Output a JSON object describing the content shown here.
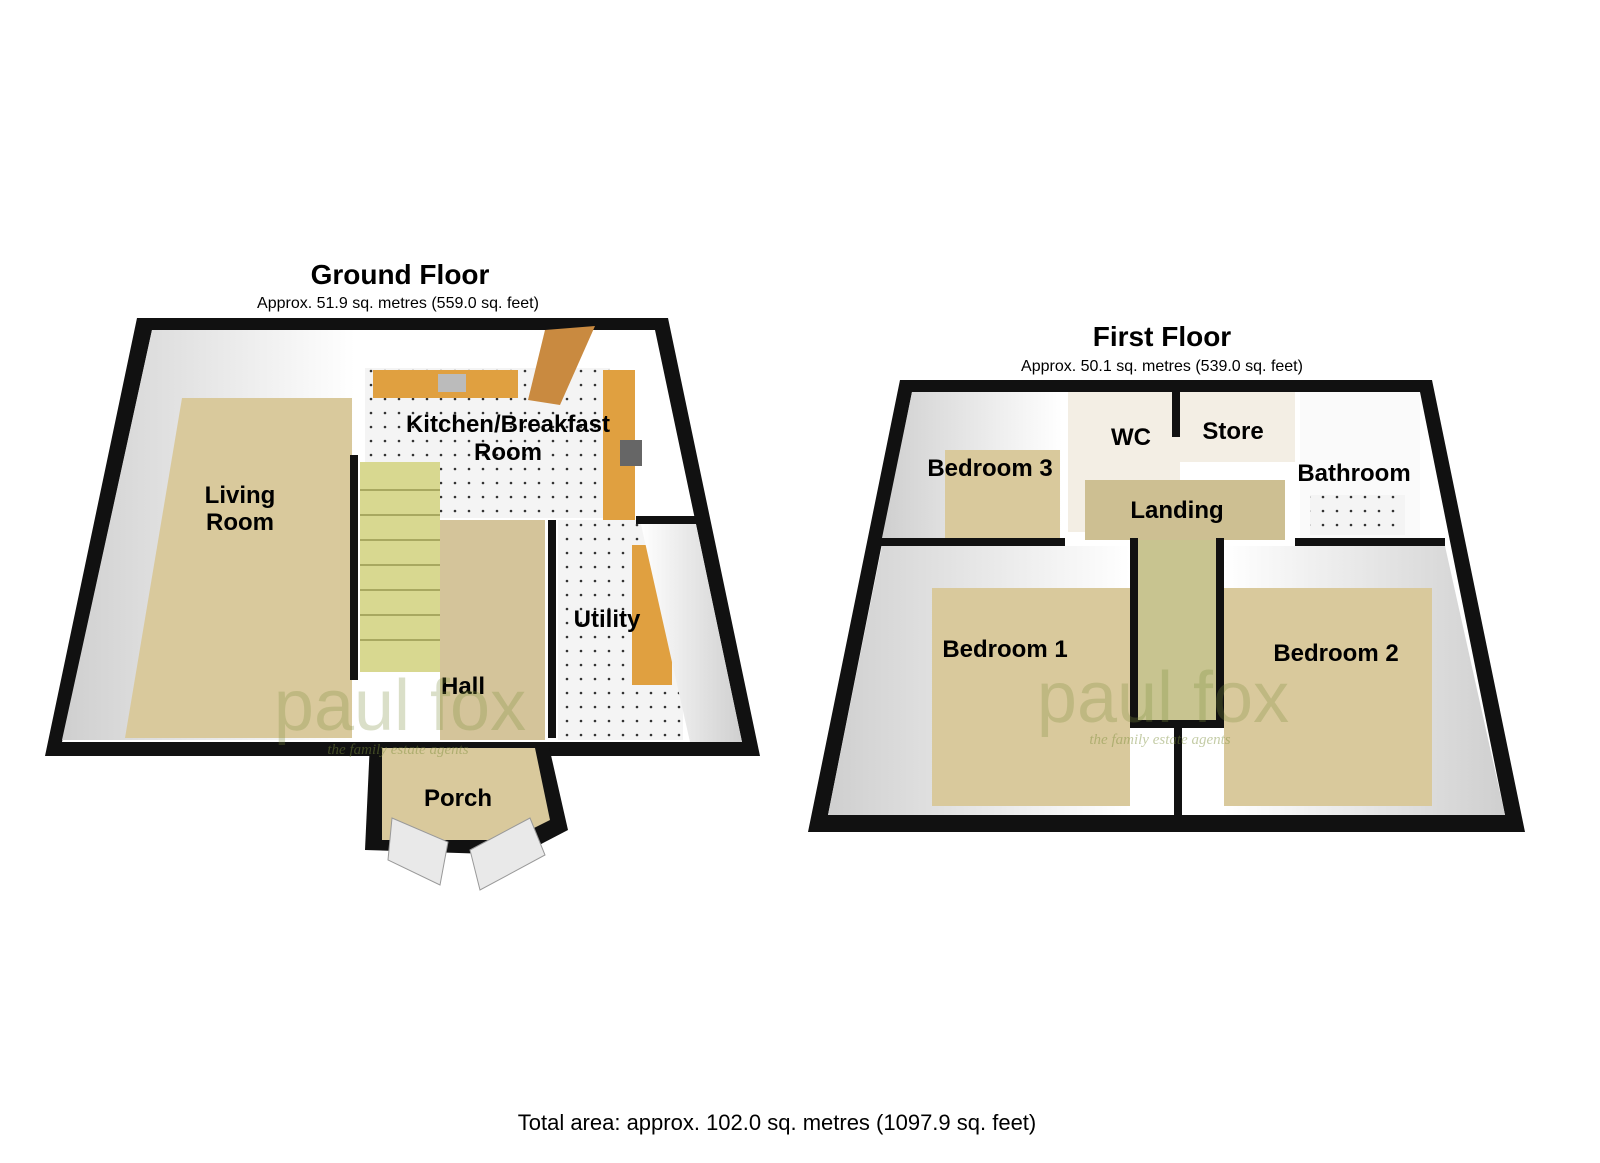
{
  "ground_floor": {
    "title": "Ground Floor",
    "area": "Approx. 51.9 sq. metres (559.0 sq. feet)",
    "rooms": [
      "Living Room",
      "Kitchen/Breakfast Room",
      "Utility",
      "Hall",
      "Porch"
    ],
    "labels": {
      "living_1": "Living",
      "living_2": "Room",
      "kitchen_1": "Kitchen/Breakfast",
      "kitchen_2": "Room",
      "utility": "Utility",
      "hall": "Hall",
      "porch": "Porch"
    }
  },
  "first_floor": {
    "title": "First Floor",
    "area": "Approx. 50.1 sq. metres (539.0 sq. feet)",
    "labels": {
      "bedroom3": "Bedroom 3",
      "wc": "WC",
      "store": "Store",
      "bathroom": "Bathroom",
      "landing": "Landing",
      "bedroom1": "Bedroom 1",
      "bedroom2": "Bedroom 2"
    }
  },
  "watermark": {
    "brand": "paul fox",
    "tagline": "the family estate agents"
  },
  "total_area": "Total area: approx. 102.0 sq. metres (1097.9 sq. feet)",
  "colors": {
    "wall": "#000000",
    "carpet": "#d9c99c",
    "tile": "#f2f2f2",
    "worktop": "#e0a040",
    "stairs": "#d8d890"
  }
}
